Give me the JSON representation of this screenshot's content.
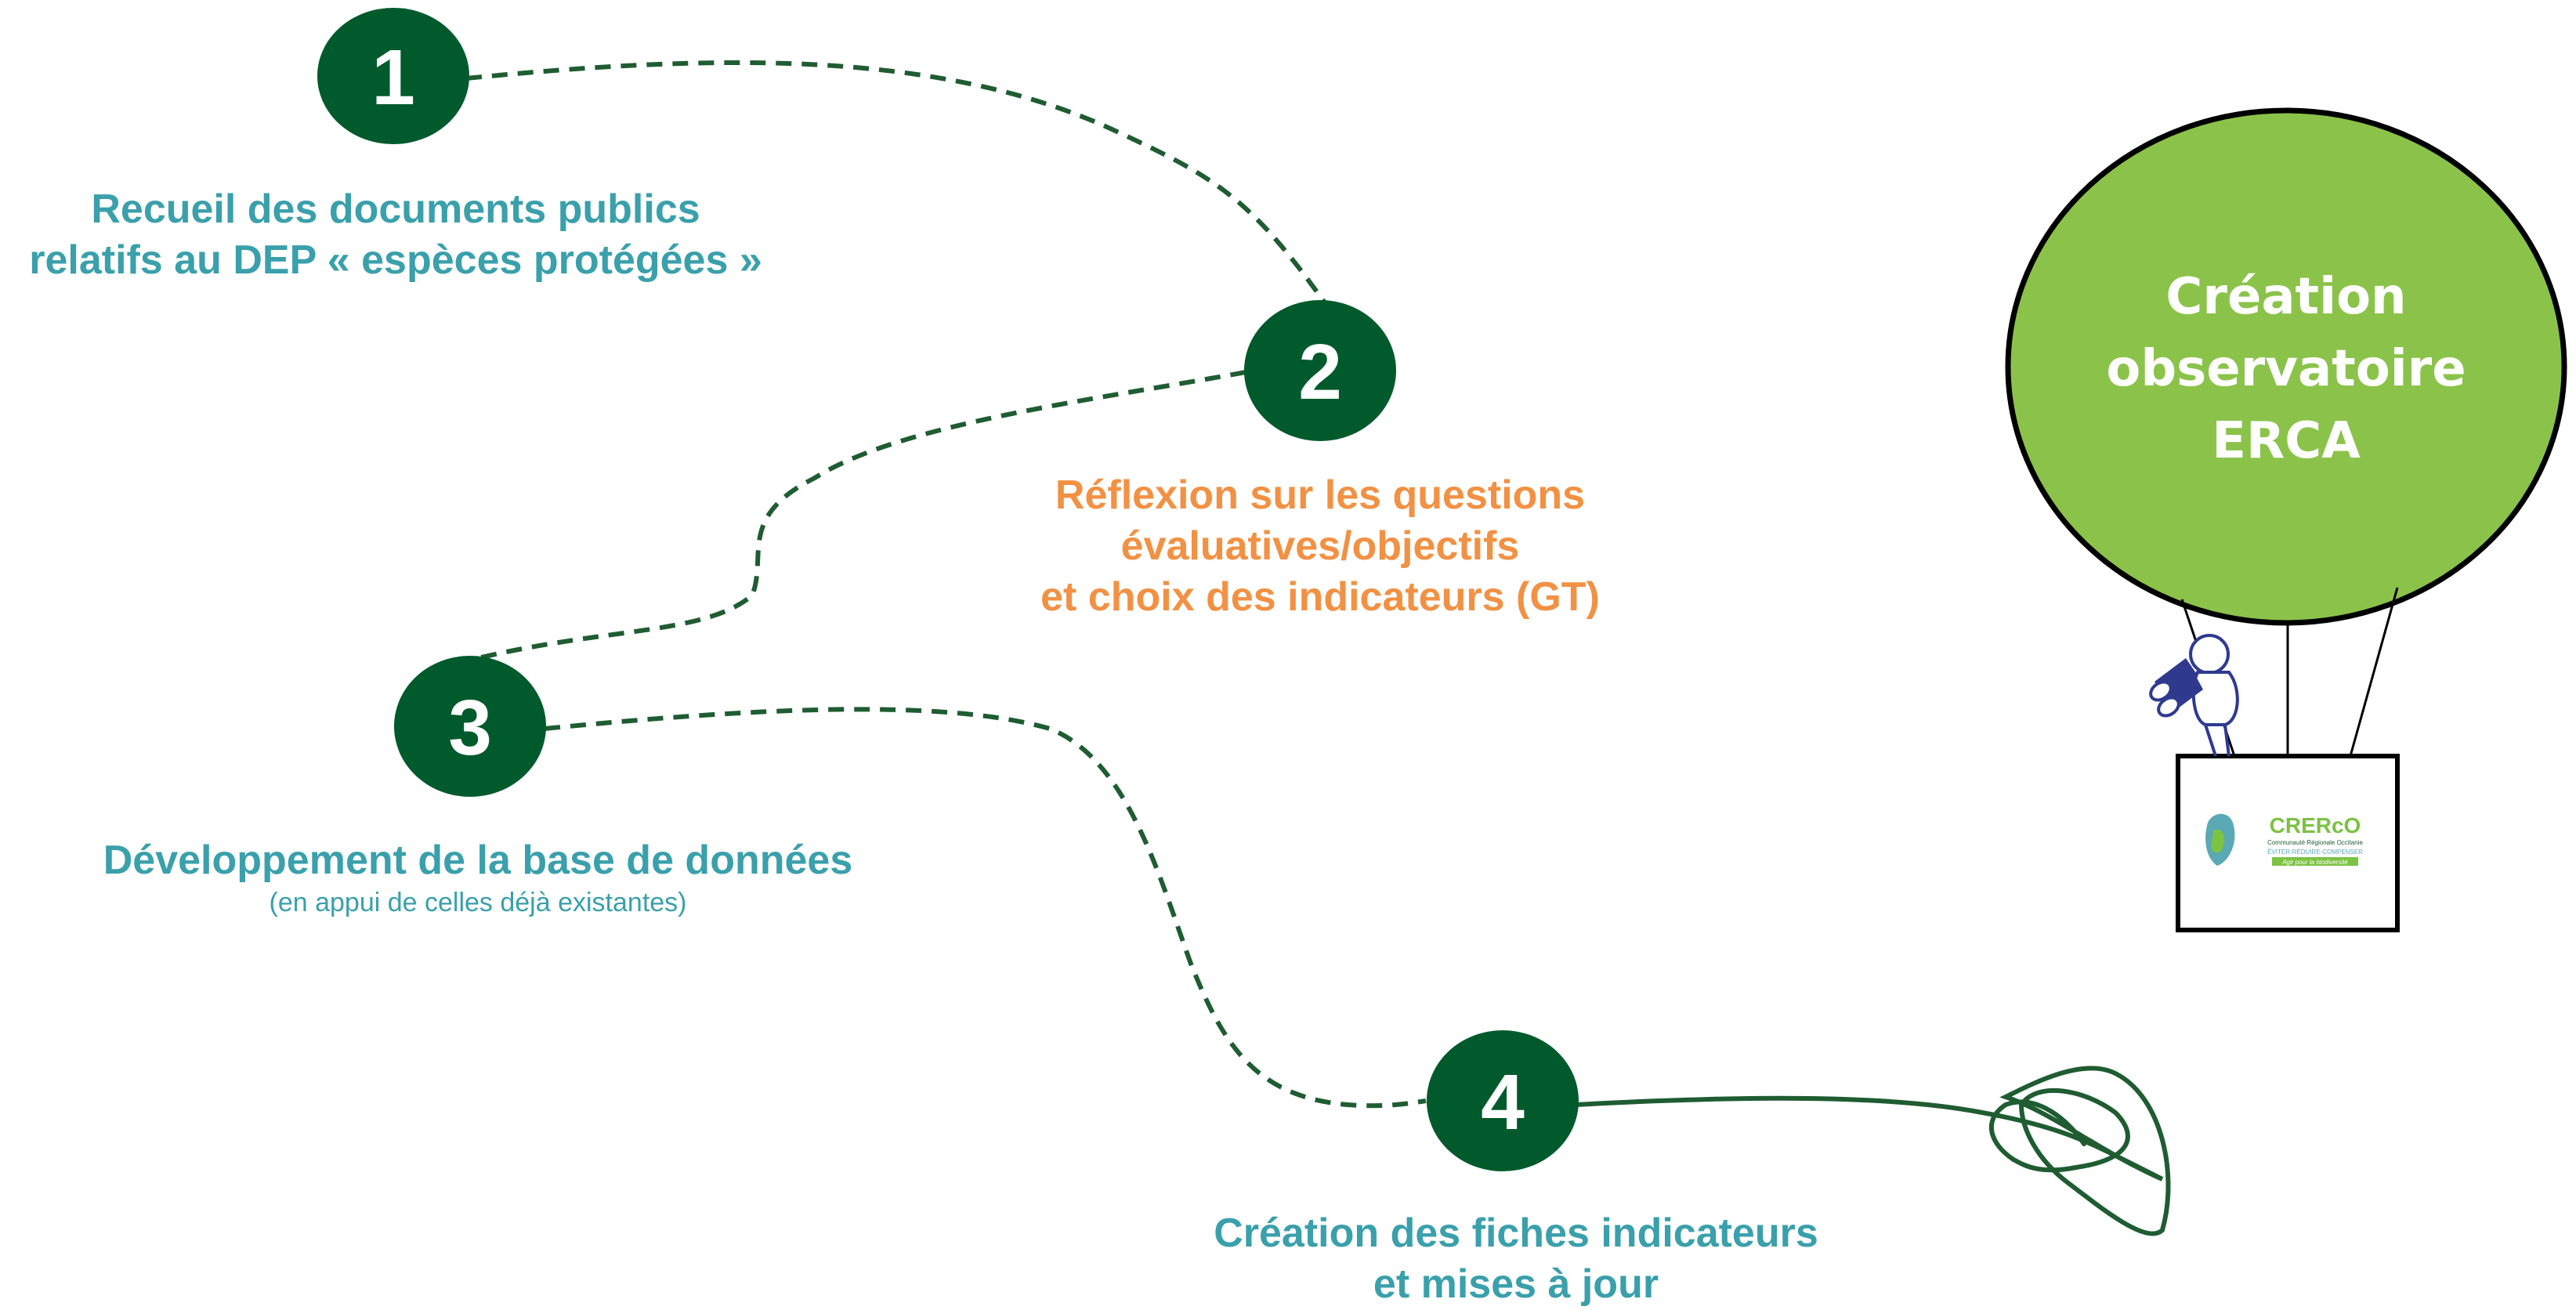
{
  "steps": [
    {
      "number": "1",
      "title_lines": [
        "Recueil des documents publics",
        "relatifs au DEP « espèces protégées »"
      ]
    },
    {
      "number": "2",
      "title_lines": [
        "Réflexion sur les questions",
        "évaluatives/objectifs",
        "et choix des indicateurs (GT)"
      ]
    },
    {
      "number": "3",
      "title_lines": [
        "Développement de la base de données"
      ],
      "subtitle": "(en appui de celles déjà existantes)"
    },
    {
      "number": "4",
      "title_lines": [
        "Création des fiches indicateurs",
        "et mises à jour"
      ]
    }
  ],
  "balloon": {
    "lines": [
      "Création",
      "observatoire",
      "ERCA"
    ]
  },
  "basket_logo": {
    "name": "CRERcO",
    "tagline": "Communauté Régionale Occitanie",
    "motto": "ÉVITER-RÉDUIRE-COMPENSER",
    "slogan": "Agir pour la biodiversité"
  },
  "colors": {
    "step_circle": "#005a2b",
    "step_text_teal": "#3aa0ab",
    "step_text_orange": "#f29143",
    "balloon": "#8bc34a",
    "path": "#1f5c32"
  },
  "icons": [
    "binoculars-icon",
    "observer-figure-icon"
  ]
}
